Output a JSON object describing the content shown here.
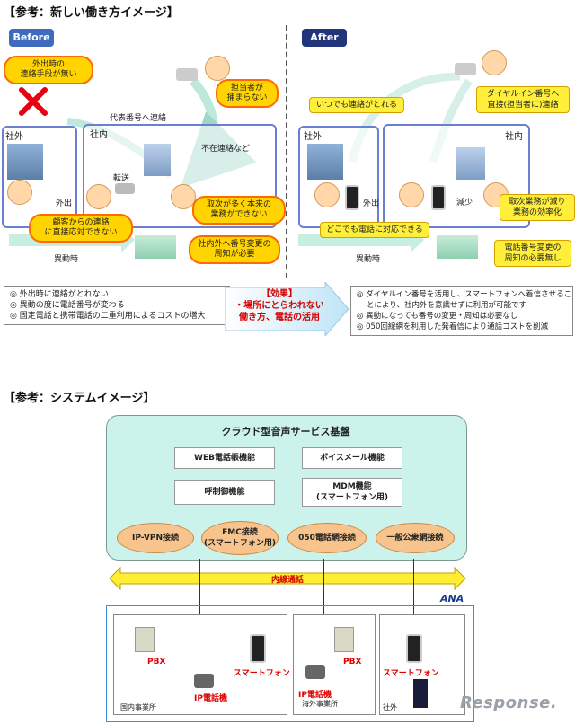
{
  "top": {
    "title": "【参考：新しい働き方イメージ】",
    "before_label": "Before",
    "after_label": "After",
    "before": {
      "callout_outside": "外出時の\n連絡手段が無い",
      "callout_contact": "担当者が\n捕まらない",
      "label_main_number": "代表番号へ連絡",
      "label_absent": "不在連絡など",
      "label_outside": "社外",
      "label_inside": "社内",
      "label_going_out": "外出",
      "label_transfer": "転送",
      "callout_customer": "顧客からの連絡\nに直接応対できない",
      "callout_burden": "取次が多く本来の\n業務ができない",
      "callout_notice": "社内外へ番号変更の\n周知が必要",
      "label_transfer_move": "異動時"
    },
    "after": {
      "callout_always": "いつでも連絡がとれる",
      "callout_direct": "ダイヤルイン番号へ\n直接(担当者に)連絡",
      "label_outside": "社外",
      "label_inside": "社内",
      "label_going_out": "外出",
      "label_decrease": "減少",
      "callout_anywhere": "どこでも電話に対応できる",
      "callout_efficiency": "取次業務が減り\n業務の効率化",
      "callout_no_notice": "電話番号変更の\n周知の必要無し",
      "label_transfer_move": "異動時"
    },
    "before_list": [
      "外出時に連絡がとれない",
      "異動の度に電話番号が変わる",
      "固定電話と携帯電話の二重利用によるコストの増大"
    ],
    "effect": {
      "title": "【効果】",
      "line1": "・場所にとらわれない",
      "line2": "働き方、電話の活用"
    },
    "after_list": [
      "ダイヤルイン番号を活用し、スマートフォンへ着信させるこ",
      "とにより、社内外を意識せずに利用が可能です",
      "異動になっても番号の変更・周知は必要なし",
      "050回線網を利用した発着信により通話コストを削減"
    ]
  },
  "system": {
    "title": "【参考：システムイメージ】",
    "platform_title": "クラウド型音声サービス基盤",
    "functions": [
      "WEB電話帳機能",
      "ボイスメール機能",
      "呼制御機能",
      "MDM機能\n(スマートフォン用)"
    ],
    "connections": [
      "IP-VPN接続",
      "FMC接続\n(スマートフォン用)",
      "050電話網接続",
      "一般公衆網接続"
    ],
    "extension_label": "内線通話",
    "brand": "ANA",
    "offices": [
      {
        "name": "国内事業所",
        "pbx": "PBX",
        "ip_phone": "IP電話機",
        "smartphone": "スマートフォン"
      },
      {
        "name": "海外事業所",
        "pbx": "PBX",
        "ip_phone": "IP電話機"
      },
      {
        "name": "社外",
        "smartphone": "スマートフォン"
      }
    ],
    "watermark": "Response."
  },
  "colors": {
    "before_pill": "#3f6bbf",
    "after_pill": "#22357a",
    "platform_bg": "#ccf2ec",
    "oval": "#f6c48c",
    "arrow": "#ffee33",
    "effect_red": "#d60000"
  }
}
